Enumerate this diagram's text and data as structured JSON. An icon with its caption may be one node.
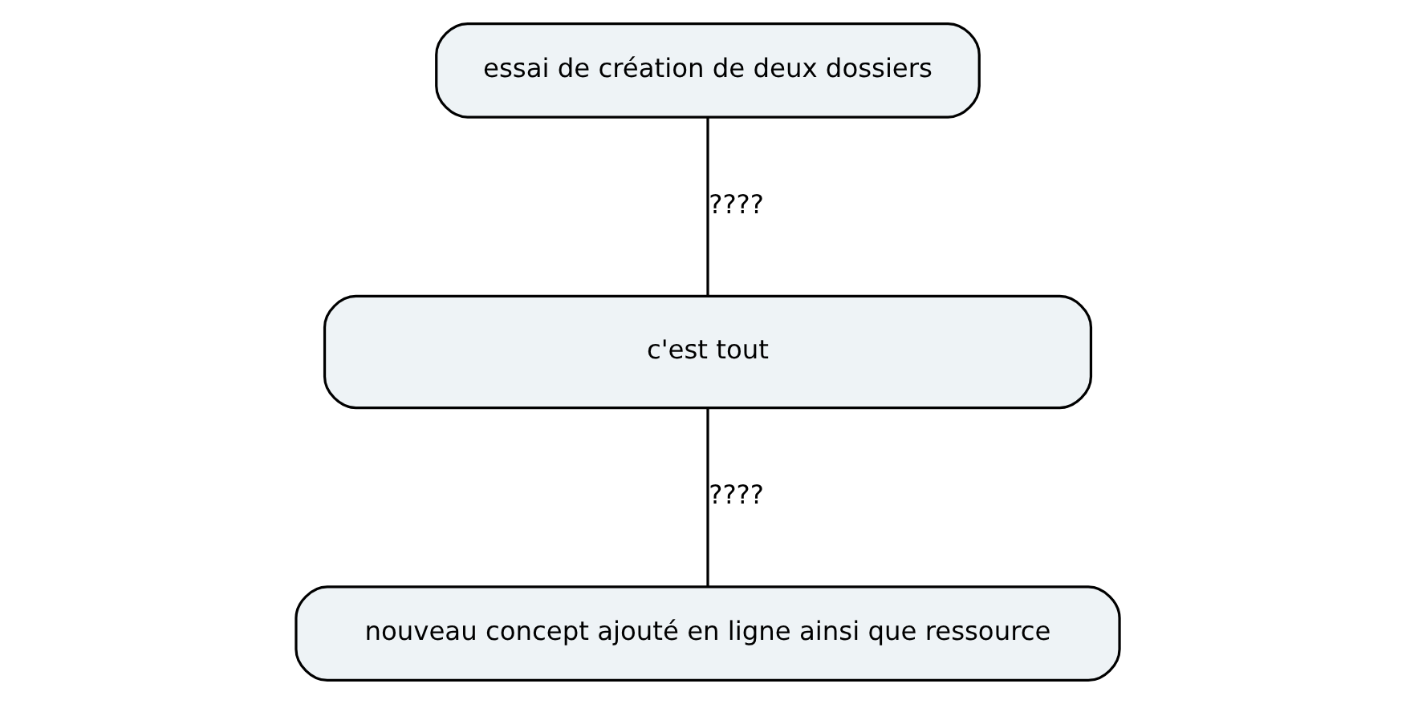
{
  "diagram": {
    "nodes": [
      {
        "text": [
          "essai de création de deux dossiers"
        ]
      },
      {
        "text": [
          "c'est tout"
        ]
      },
      {
        "text": [
          "nouveau concept ajouté en ligne ainsi que ressource"
        ]
      }
    ],
    "edges": [
      {
        "from": 0,
        "to": 1,
        "arrow": "none",
        "label": "????"
      },
      {
        "from": 1,
        "to": 2,
        "arrow": "none",
        "label": "????"
      }
    ]
  }
}
